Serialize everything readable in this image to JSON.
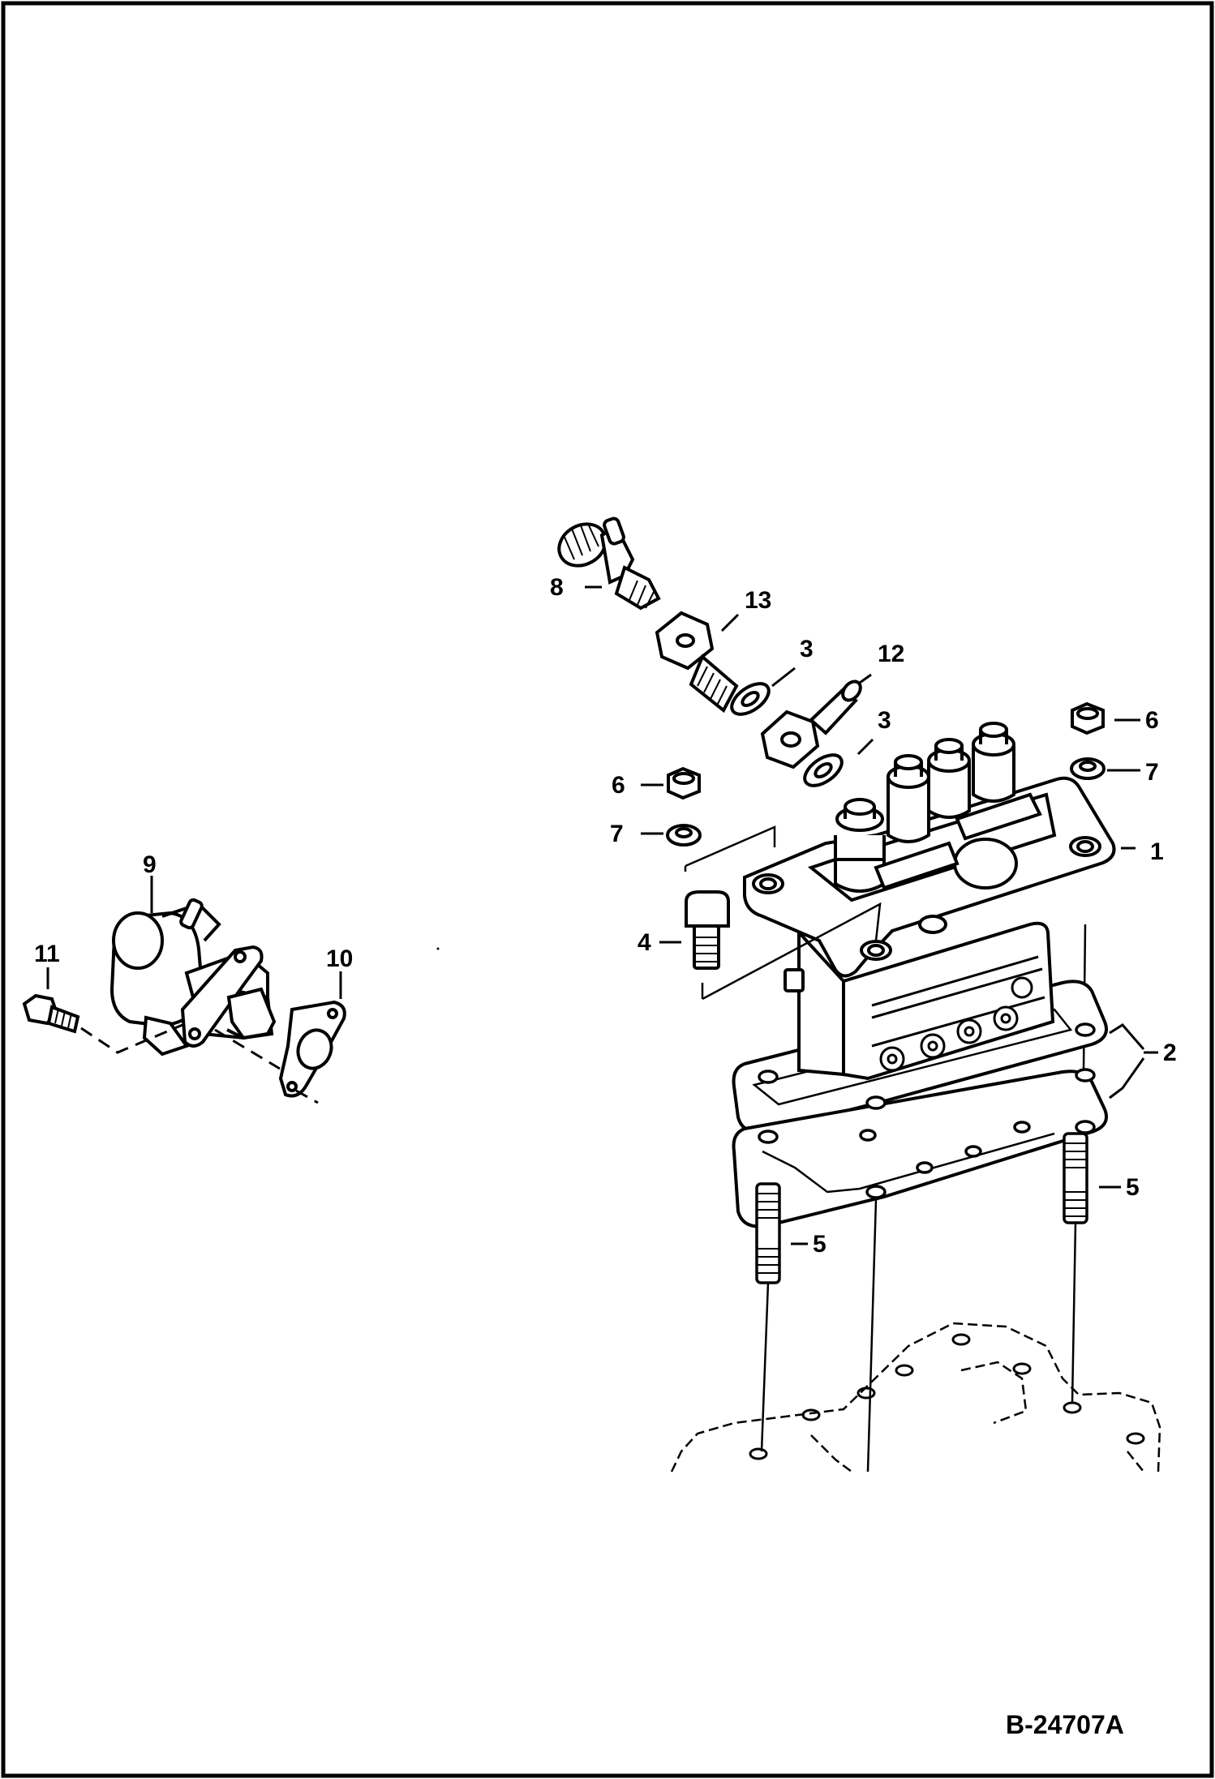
{
  "figure": {
    "reference_code": "B-24707A",
    "callouts": {
      "c1": "1",
      "c2": "2",
      "c3a": "3",
      "c3b": "3",
      "c4": "4",
      "c5a": "5",
      "c5b": "5",
      "c6a": "6",
      "c6b": "6",
      "c7a": "7",
      "c7b": "7",
      "c8": "8",
      "c9": "9",
      "c10": "10",
      "c11": "11",
      "c12": "12",
      "c13": "13"
    }
  },
  "colors": {
    "ink": "#000000",
    "paper": "#ffffff"
  }
}
